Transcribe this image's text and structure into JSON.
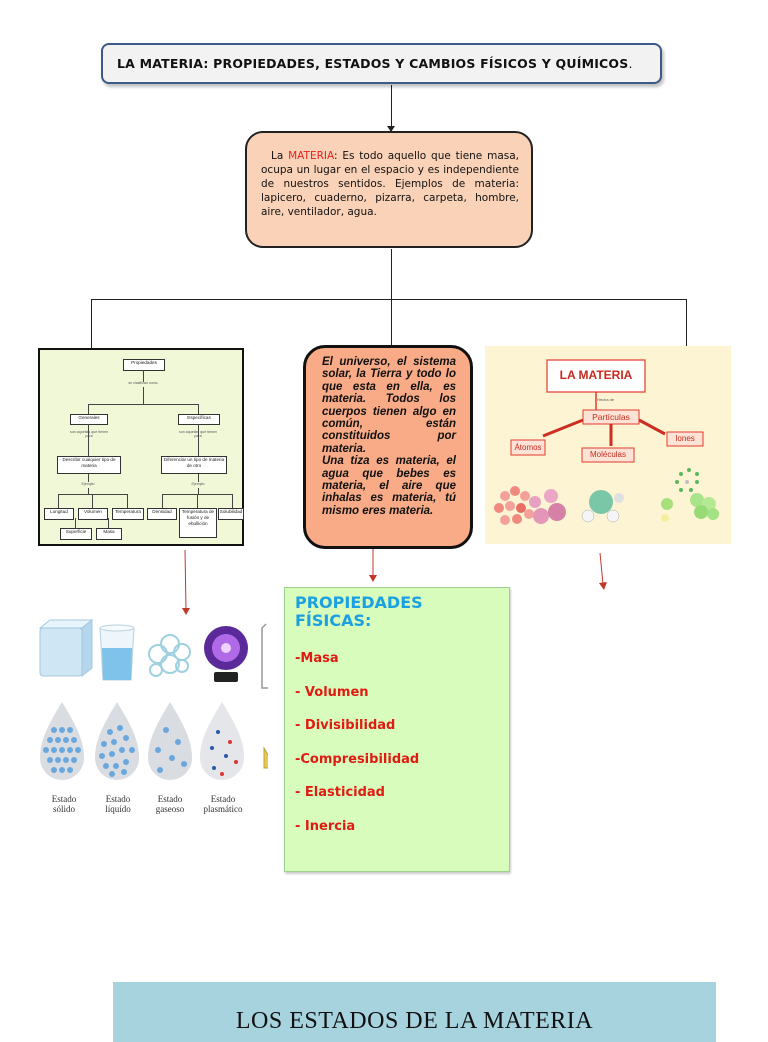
{
  "title": "LA MATERIA: PROPIEDADES, ESTADOS Y CAMBIOS FÍSICOS Y QUÍMICOS",
  "title_suffix": ".",
  "definition": {
    "lead": "La ",
    "keyword": "MATERIA",
    "text": ": Es todo aquello que tiene masa, ocupa un lugar en el espacio y es independiente de nuestros sentidos. Ejemplos de materia: lapicero, cuaderno, pizarra, carpeta, hombre, aire, ventilador, agua."
  },
  "universe_text": "El universo, el sistema solar, la Tierra y todo lo que esta en ella, es materia. Todos los cuerpos tienen algo en común, están constituidos por materia.\nUna tiza es materia, el agua que bebes es materia, el aire que inhalas es materia, tú mismo eres materia.",
  "properties_diagram": {
    "root": "Propiedades",
    "root_sub": "se clasifican como",
    "general": "Generales",
    "general_sub": "son aquellas que tienen para",
    "specific": "Específicas",
    "specific_sub": "son aquellas que tienen para",
    "general_desc": "Describir cualquier tipo de materia",
    "specific_desc": "Diferenciar un tipo de materia de otro",
    "example_label": "Ejemplo",
    "general_items": [
      "Longitud",
      "Volumen",
      "Temperatura",
      "Superficie",
      "Masa"
    ],
    "specific_items": [
      "Densidad",
      "Temperatura de fusión y de ebullición",
      "Solubilidad"
    ]
  },
  "materia_diagram": {
    "title": "LA MATERIA",
    "made_of": "Hecha de",
    "particles": "Partículas",
    "atoms": "Átomos",
    "molecules": "Moléculas",
    "ions": "Iones"
  },
  "states": {
    "labels": [
      "Estado sólido",
      "Estado líquido",
      "Estado gaseoso",
      "Estado plasmático"
    ]
  },
  "physical_properties": {
    "title": "PROPIEDADES FÍSICAS:",
    "items": [
      "-Masa",
      "- Volumen",
      "- Divisibilidad",
      "-Compresibilidad",
      "- Elasticidad",
      "- Inercia"
    ]
  },
  "banner": "LOS ESTADOS DE LA MATERIA",
  "colors": {
    "title_border": "#3c5a86",
    "definition_bg": "#fad2b8",
    "universe_bg": "#f8ab86",
    "physical_bg": "#d7fcbc",
    "physical_title": "#1ba0e2",
    "physical_items": "#e01b12",
    "banner_bg": "#a6d3de",
    "arrow": "#c0392b"
  }
}
